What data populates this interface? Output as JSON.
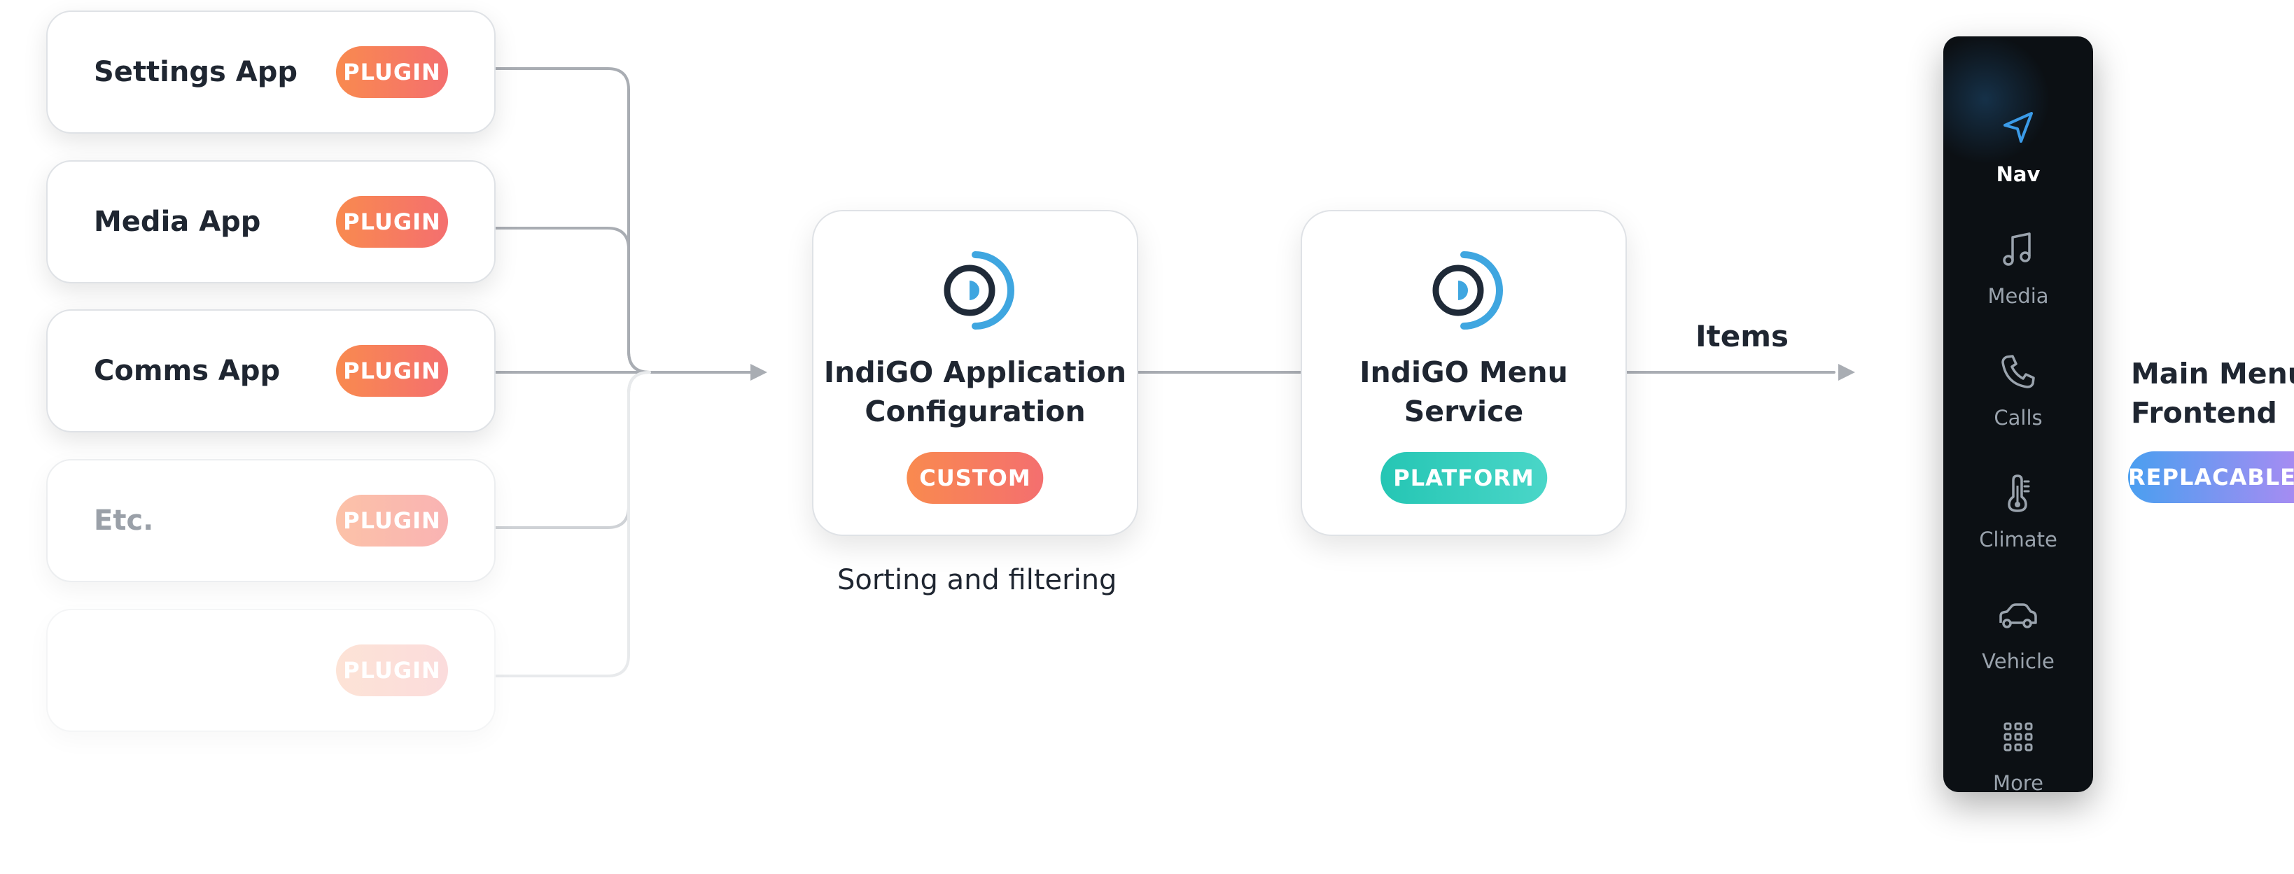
{
  "apps": [
    {
      "title": "Settings App",
      "badge": "PLUGIN"
    },
    {
      "title": "Media App",
      "badge": "PLUGIN"
    },
    {
      "title": "Comms App",
      "badge": "PLUGIN"
    },
    {
      "title": "Etc.",
      "badge": "PLUGIN"
    },
    {
      "title": "",
      "badge": "PLUGIN"
    }
  ],
  "config_node": {
    "title": "IndiGO Application Configuration",
    "badge": "CUSTOM",
    "caption": "Sorting and filtering"
  },
  "menu_service_node": {
    "title": "IndiGO Menu Service",
    "badge": "PLATFORM"
  },
  "edge_label": "Items",
  "menu": {
    "items": [
      {
        "label": "Nav",
        "icon": "navigation-arrow-icon",
        "active": true
      },
      {
        "label": "Media",
        "icon": "music-note-icon"
      },
      {
        "label": "Calls",
        "icon": "phone-icon"
      },
      {
        "label": "Climate",
        "icon": "thermometer-icon"
      },
      {
        "label": "Vehicle",
        "icon": "car-icon"
      },
      {
        "label": "More",
        "icon": "grid-dots-icon"
      }
    ]
  },
  "frontend": {
    "title": "Main Menu Frontend",
    "badge": "REPLACABLE"
  },
  "colors": {
    "plugin_badge": "#f4746c",
    "custom_badge": "#f7785c",
    "platform_badge": "#2ecbbd",
    "replacable_badge_start": "#4a9ff0",
    "replacable_badge_end": "#a58cf2",
    "menu_background": "#0c1014",
    "menu_active_icon": "#3b9be8",
    "connector": "#a9adb3",
    "logo_arc": "#3fa6e0",
    "logo_ring": "#1f2a38"
  }
}
